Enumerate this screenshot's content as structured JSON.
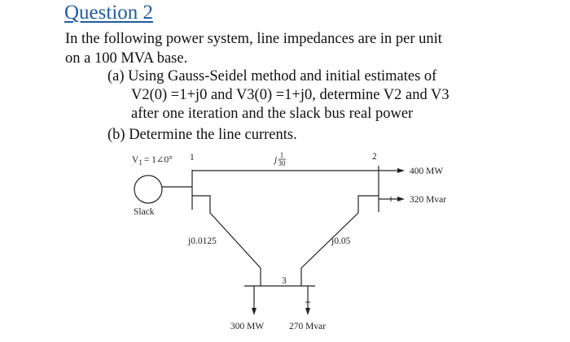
{
  "question": {
    "title": "Question 2",
    "intro_line1": "In the following power system, line impedances are in per unit",
    "intro_line2": "on a 100 MVA base.",
    "part_a_line1": "(a) Using Gauss-Seidel method and initial estimates of",
    "part_a_line2": "V2(0) =1+j0 and V3(0) =1+j0, determine V2 and V3",
    "part_a_line3": "after one iteration and the slack bus real power",
    "part_b": "(b) Determine the line currents."
  },
  "diagram": {
    "v1_label": "V",
    "v1_sub": "1",
    "v1_value": "= 1∠0°",
    "bus1_num": "1",
    "bus2_num": "2",
    "bus3_num": "3",
    "line12_j": "j",
    "line12_num": "1",
    "line12_den": "30",
    "line13_impedance": "j0.0125",
    "line23_impedance": "j0.05",
    "slack_label": "Slack",
    "bus2_load_p": "400 MW",
    "bus2_load_q": "320 Mvar",
    "bus3_load_p": "300 MW",
    "bus3_load_q": "270 Mvar"
  }
}
